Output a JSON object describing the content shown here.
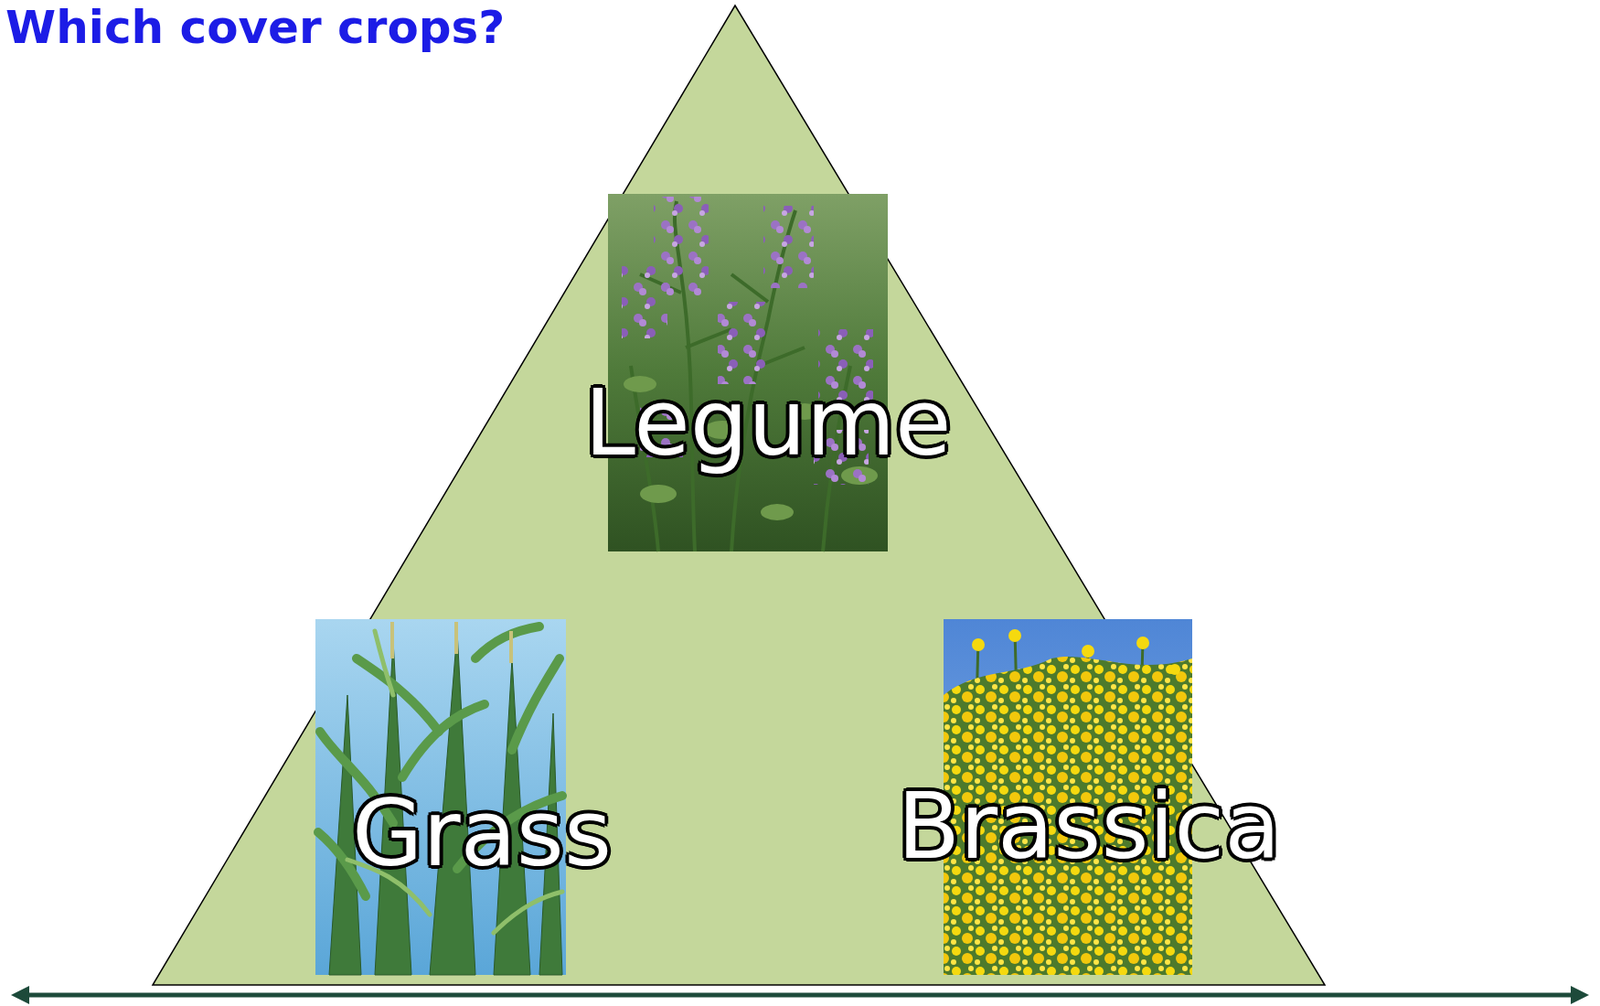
{
  "diagram": {
    "title": "Which cover crops?",
    "nodes": [
      {
        "text": [
          "Legume"
        ]
      },
      {
        "text": [
          "Grass"
        ]
      },
      {
        "text": [
          "Brassica"
        ]
      }
    ]
  }
}
